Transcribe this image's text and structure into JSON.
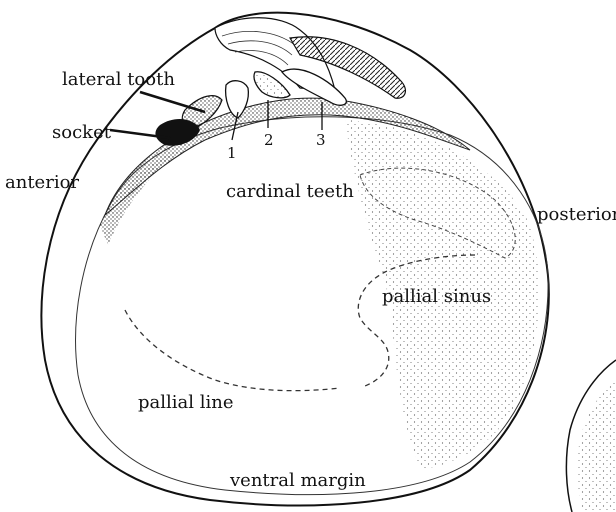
{
  "labels": {
    "lateral_tooth": "lateral tooth",
    "socket": "socket",
    "anterior": "anterior",
    "cardinal_teeth": "cardinal teeth",
    "posterior": "posterior",
    "pallial_sinus": "pallial sinus",
    "pallial_line": "pallial line",
    "ventral_margin": "ventral margin",
    "tooth_1": "1",
    "tooth_2": "2",
    "tooth_3": "3"
  },
  "colors": {
    "ink": "#111111",
    "background": "#ffffff",
    "stipple": "#555555"
  }
}
